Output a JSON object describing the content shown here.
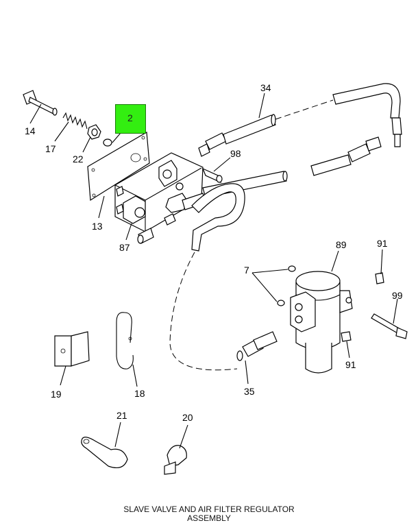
{
  "highlight": {
    "label": "2",
    "color": "#33ee11"
  },
  "callouts": {
    "c14": "14",
    "c17": "17",
    "c22": "22",
    "c13": "13",
    "c87": "87",
    "c34": "34",
    "c98": "98",
    "c89": "89",
    "c91a": "91",
    "c91b": "91",
    "c7": "7",
    "c99": "99",
    "c19": "19",
    "c18": "18",
    "c35": "35",
    "c21": "21",
    "c20": "20"
  },
  "caption": {
    "line1": "SLAVE VALVE AND AIR FILTER REGULATOR",
    "line2": "ASSEMBLY"
  }
}
